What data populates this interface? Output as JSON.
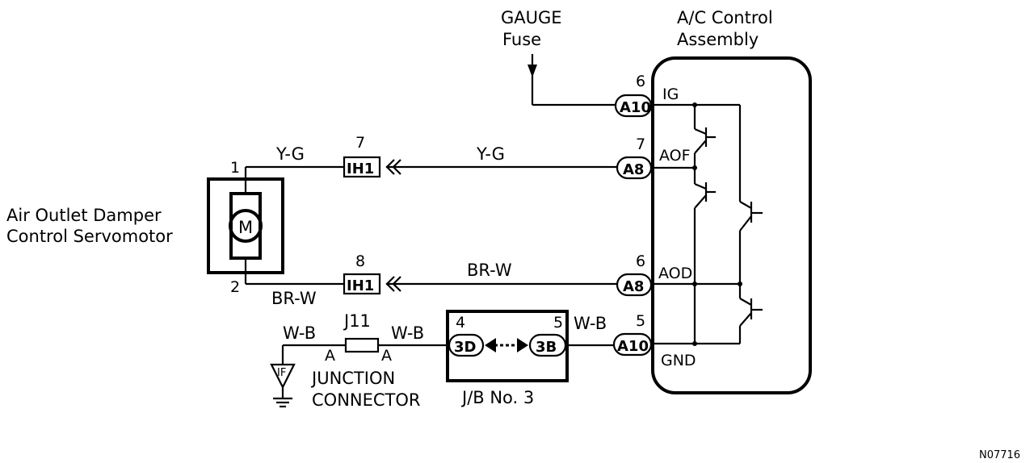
{
  "labels": {
    "gauge_fuse_line1": "GAUGE",
    "gauge_fuse_line2": "Fuse",
    "ac_assembly_line1": "A/C Control",
    "ac_assembly_line2": "Assembly",
    "servo_line1": "Air Outlet Damper",
    "servo_line2": "Control Servomotor",
    "motor_symbol": "M",
    "junction_line1": "JUNCTION",
    "junction_line2": "CONNECTOR",
    "jb_label": "J/B No. 3",
    "figure_code": "N07716",
    "ground_ref": "IF"
  },
  "terminals": {
    "ig_pin": "6",
    "ig_conn": "A10",
    "ig_name": "IG",
    "aof_pin": "7",
    "aof_conn": "A8",
    "aof_name": "AOF",
    "aod_pin": "6",
    "aod_conn": "A8",
    "aod_name": "AOD",
    "gnd_pin": "5",
    "gnd_conn": "A10",
    "gnd_name": "GND"
  },
  "wires": {
    "yg_left": "Y-G",
    "yg_right": "Y-G",
    "brw_left": "BR-W",
    "brw_right": "BR-W",
    "wb_ground": "W-B",
    "wb_mid": "W-B",
    "wb_right": "W-B"
  },
  "connectors": {
    "ih1_top_pin": "7",
    "ih1_top": "IH1",
    "ih1_bot_pin": "8",
    "ih1_bot": "IH1",
    "motor_pin1": "1",
    "motor_pin2": "2",
    "j11": "J11",
    "j11_left": "A",
    "j11_right": "A",
    "jb_left_pin": "4",
    "jb_left": "3D",
    "jb_right_pin": "5",
    "jb_right": "3B"
  }
}
